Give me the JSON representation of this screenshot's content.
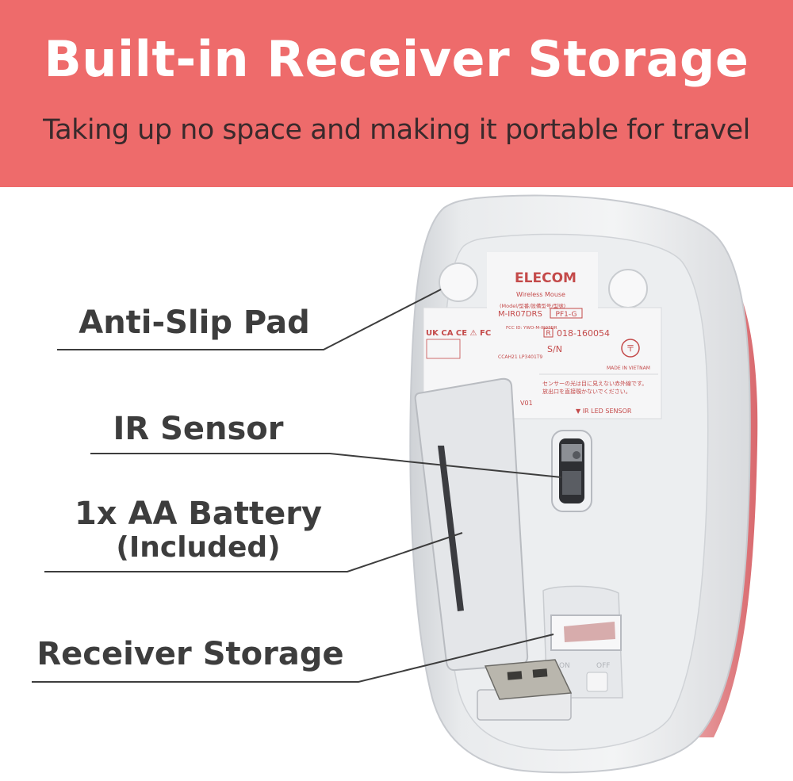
{
  "banner": {
    "title": "Built-in Receiver Storage",
    "subtitle": "Taking up no space and making it portable for travel",
    "color": "#ee6b6b"
  },
  "callouts": {
    "anti_slip_pad": "Anti-Slip Pad",
    "ir_sensor": "IR Sensor",
    "battery": "1x AA Battery",
    "battery_note": "(Included)",
    "receiver_storage": "Receiver Storage"
  },
  "mouse_label": {
    "brand": "ELECOM",
    "product": "Wireless Mouse",
    "model_caption": "(Model/型番/設備型号/型號)",
    "model": "M-IR07DRS",
    "color_code": "PF1-G",
    "cert_number": "018-160054",
    "fcc": "FCC ID: YWO-M-IR07DR",
    "ncc": "CCAH21 LP3401T9",
    "serial": "S/N",
    "origin": "MADE IN VIETNAM",
    "warning_jp": "センサーの光は目に見えない赤外線です。",
    "warning_jp2": "放出口を直接覗かないでください。",
    "version": "V01",
    "sensor_note": "▼ IR LED SENSOR",
    "switch_on": "ON",
    "switch_off": "OFF"
  },
  "colors": {
    "accent": "#ee6b6b",
    "label_text": "#3d3d3d",
    "print_red": "#c44a4a"
  }
}
